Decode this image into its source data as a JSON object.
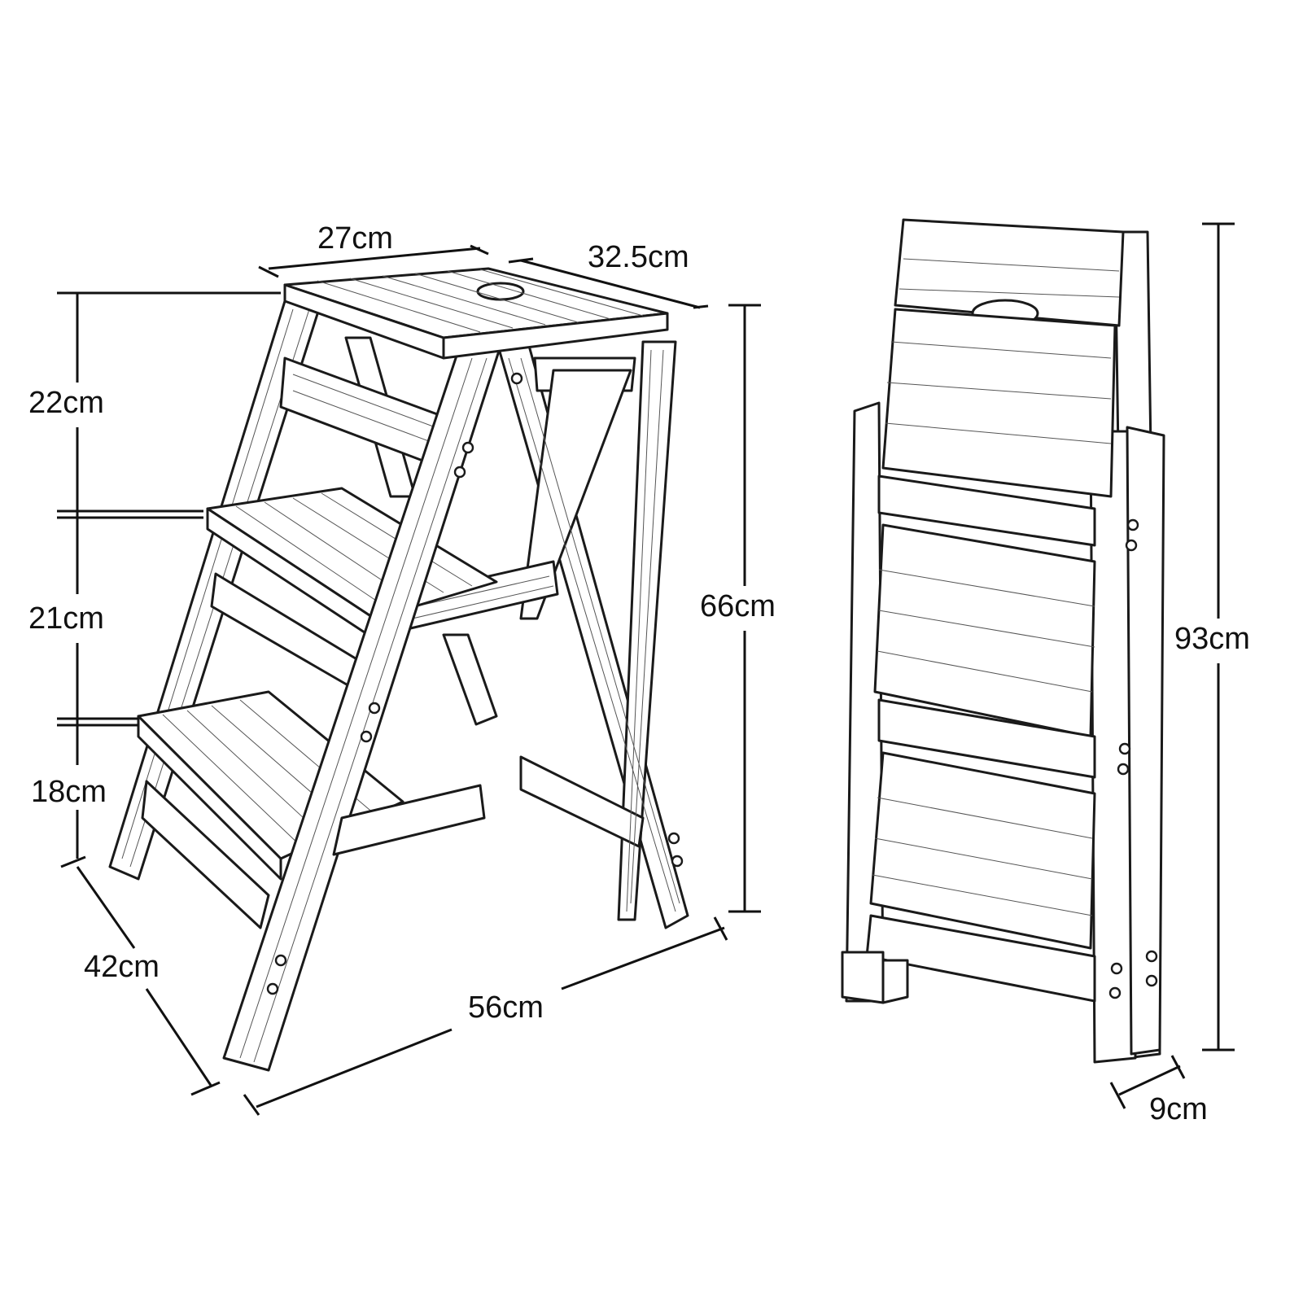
{
  "dimensions": {
    "top_width": "27cm",
    "top_depth": "32.5cm",
    "step_height_top": "22cm",
    "step_height_middle": "21cm",
    "step_height_bottom": "18cm",
    "total_height_open": "66cm",
    "base_depth": "42cm",
    "base_width": "56cm",
    "folded_height": "93cm",
    "folded_thickness": "9cm"
  }
}
